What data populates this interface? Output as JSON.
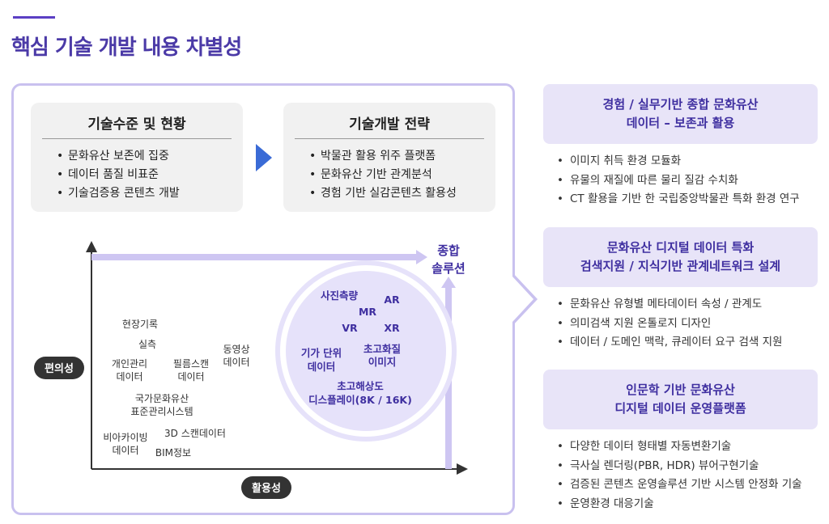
{
  "page_title": "핵심 기술 개발 내용 차별성",
  "current_state": {
    "title": "기술수준 및 현황",
    "items": [
      "문화유산 보존에 집중",
      "데이터 품질 비표준",
      "기술검증용 콘텐츠 개발"
    ]
  },
  "strategy": {
    "title": "기술개발 전략",
    "items": [
      "박물관 활용 위주 플랫폼",
      "문화유산 기반 관계분석",
      "경험 기반 실감콘텐츠 활용성"
    ]
  },
  "chart": {
    "y_axis_label": "편의성",
    "x_axis_label": "활용성",
    "goal_label_line1": "종합",
    "goal_label_line2": "솔루션",
    "outside_items": [
      {
        "line1": "현장기록",
        "line2": ""
      },
      {
        "line1": "실측",
        "line2": ""
      },
      {
        "line1": "개인관리",
        "line2": "데이터"
      },
      {
        "line1": "필름스캔",
        "line2": "데이터"
      },
      {
        "line1": "동영상",
        "line2": "데이터"
      },
      {
        "line1": "국가문화유산",
        "line2": "표준관리시스템"
      },
      {
        "line1": "비아카이빙",
        "line2": "데이터"
      },
      {
        "line1": "3D 스캔데이터",
        "line2": ""
      },
      {
        "line1": "BIM정보",
        "line2": ""
      }
    ],
    "inside_items": [
      {
        "line1": "사진측량",
        "line2": ""
      },
      {
        "line1": "AR",
        "line2": ""
      },
      {
        "line1": "MR",
        "line2": ""
      },
      {
        "line1": "VR",
        "line2": ""
      },
      {
        "line1": "XR",
        "line2": ""
      },
      {
        "line1": "기가 단위",
        "line2": "데이터"
      },
      {
        "line1": "초고화질",
        "line2": "이미지"
      },
      {
        "line1": "초고해상도",
        "line2": "디스플레이(8K / 16K)"
      }
    ],
    "colors": {
      "accent": "#3f2fa0",
      "arrow": "#c9c1ef",
      "circle_fill": "#e6e2fa",
      "pill": "#333333"
    }
  },
  "right_sections": [
    {
      "header_line1": "경험 / 실무기반 종합 문화유산",
      "header_line2": "데이터 – 보존과 활용",
      "items": [
        "이미지 취득 환경 모듈화",
        "유물의 재질에 따른 물리 질감 수치화",
        "CT 활용을 기반 한 국립중앙박물관 특화 환경 연구"
      ]
    },
    {
      "header_line1": "문화유산 디지털 데이터 특화",
      "header_line2": "검색지원 / 지식기반 관계네트워크 설계",
      "items": [
        "문화유산 유형별 메타데이터 속성 / 관계도",
        "의미검색 지원 온톨로지 디자인",
        "데이터 / 도메인 맥락, 큐레이터 요구 검색 지원"
      ]
    },
    {
      "header_line1": "인문학 기반 문화유산",
      "header_line2": "디지털 데이터 운영플랫폼",
      "items": [
        "다양한 데이터 형태별 자동변환기술",
        "극사실  렌더링(PBR, HDR) 뷰어구현기술",
        "검증된 콘텐츠 운영솔루션 기반 시스템 안정화 기술",
        "운영환경 대응기술"
      ]
    }
  ],
  "colors": {
    "title": "#4b3aa7",
    "panel_border": "#c9c1ef",
    "header_bg": "#e8e4f8",
    "flow_arrow": "#3a6bd6"
  }
}
